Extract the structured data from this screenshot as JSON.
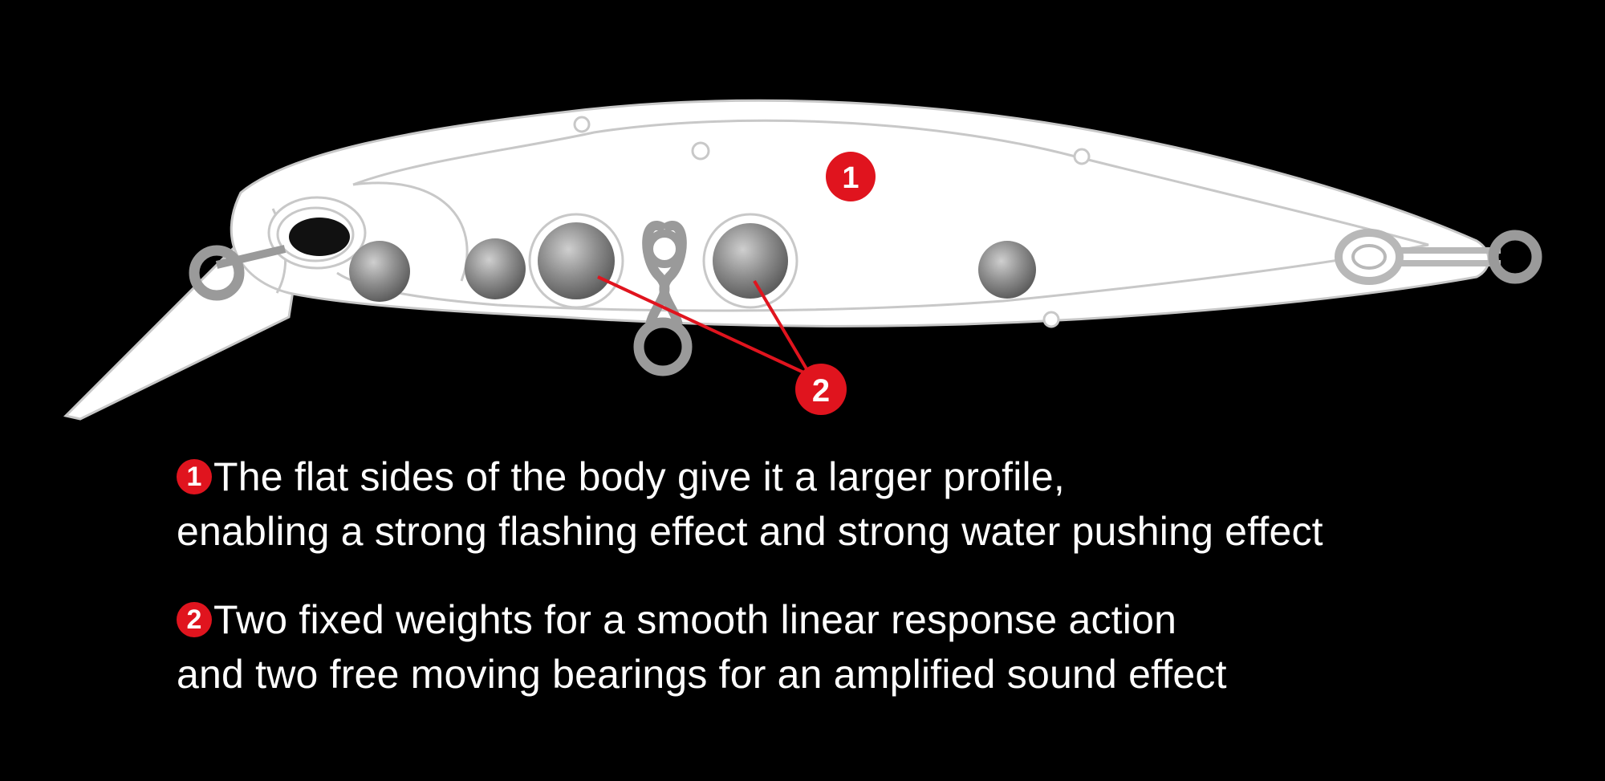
{
  "colors": {
    "background": "#000000",
    "body_fill": "#ffffff",
    "outline": "#c8c8c8",
    "weight": "#8a8a8a",
    "accent_red": "#e0141e"
  },
  "diagram": {
    "markers": {
      "one": "1",
      "two": "2"
    },
    "parts": [
      "body-outline",
      "diving-lip",
      "line-tie-icon",
      "hook-hanger-icon",
      "tail-eye-icon",
      "weight-ball-icon",
      "fixed-weight-icon"
    ]
  },
  "features": [
    {
      "marker": "1",
      "lines": [
        "The flat sides of the body give it a larger profile,",
        "enabling a strong flashing effect and strong water pushing effect"
      ]
    },
    {
      "marker": "2",
      "lines": [
        "Two fixed weights for a smooth linear response action",
        "and two free moving bearings for an amplified sound effect"
      ]
    }
  ]
}
